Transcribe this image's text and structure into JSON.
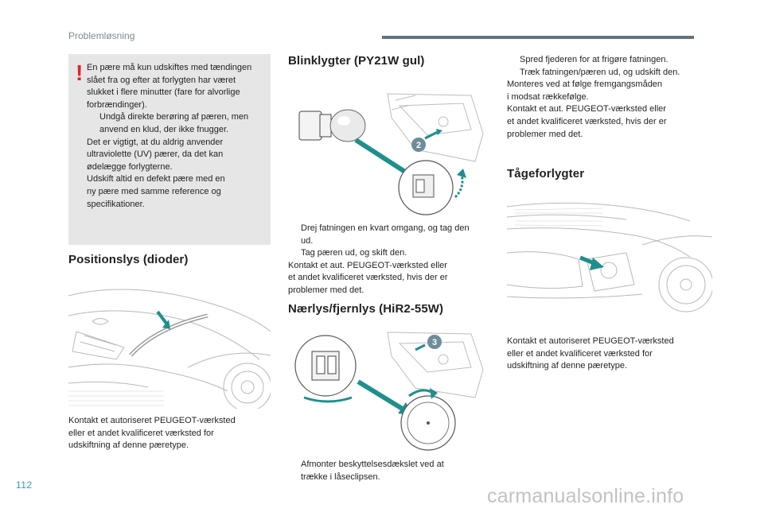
{
  "header": {
    "section_title": "Problemløsning"
  },
  "page_number": "112",
  "watermark": "carmanualsonline.info",
  "warning": {
    "icon": "!",
    "line1": "En pære må kun udskiftes med tændingen",
    "line2": "slået fra og efter at forlygten har været",
    "line3": "slukket i flere minutter (fare for alvorlige",
    "line4": "forbrændinger).",
    "bullet_marker": "",
    "bullet_line1": "Undgå direkte berøring af pæren, men",
    "bullet_line2": "anvend en klud, der ikke fnugger.",
    "line5": "Det er vigtigt, at du aldrig anvender",
    "line6": "ultraviolette (UV) pærer, da det kan",
    "line7": "ødelægge forlygterne.",
    "line8": "Udskift altid en defekt pære med en",
    "line9": "ny pære med samme reference og",
    "line10": "specifikationer."
  },
  "positionslys": {
    "heading": "Positionslys (dioder)",
    "line1": "Kontakt et autoriseret PEUGEOT-værksted",
    "line2": "eller et andet kvalificeret værksted for",
    "line3": "udskiftning af denne pæretype."
  },
  "blinklygter": {
    "heading": "Blinklygter (PY21W gul)",
    "badge": "2",
    "bullet1_line1": "Drej fatningen en kvart omgang, og tag den",
    "bullet1_line2": "ud.",
    "bullet2_line1": "Tag pæren ud, og skift den.",
    "line1": "Kontakt et aut. PEUGEOT-værksted eller",
    "line2": "et andet kvalificeret værksted, hvis der er",
    "line3": "problemer med det."
  },
  "naerlys": {
    "heading": "Nærlys/fjernlys (HiR2-55W)",
    "badge": "3",
    "bullet1_line1": "Afmonter beskyttelsesdækslet ved at",
    "bullet1_line2": "trække i låseclipsen."
  },
  "right_column": {
    "bullet1": "Spred fjederen for at frigøre fatningen.",
    "bullet2": "Træk fatningen/pæren ud, og udskift den.",
    "line1": "Monteres ved at følge fremgangsmåden",
    "line2": "i modsat rækkefølge.",
    "line3": "Kontakt et aut. PEUGEOT-værksted eller",
    "line4": "et andet kvalificeret værksted, hvis der er",
    "line5": "problemer med det."
  },
  "taageforlygter": {
    "heading": "Tågeforlygter",
    "line1": "Kontakt et autoriseret PEUGEOT-værksted",
    "line2": "eller et andet kvalificeret værksted for",
    "line3": "udskiftning af denne pæretype."
  },
  "colors": {
    "accent": "#2a9fb3",
    "warning": "#e1232c",
    "box": "#e6e6e6",
    "header_bar": "#5f7480",
    "arrow": "#1f8f8c"
  }
}
